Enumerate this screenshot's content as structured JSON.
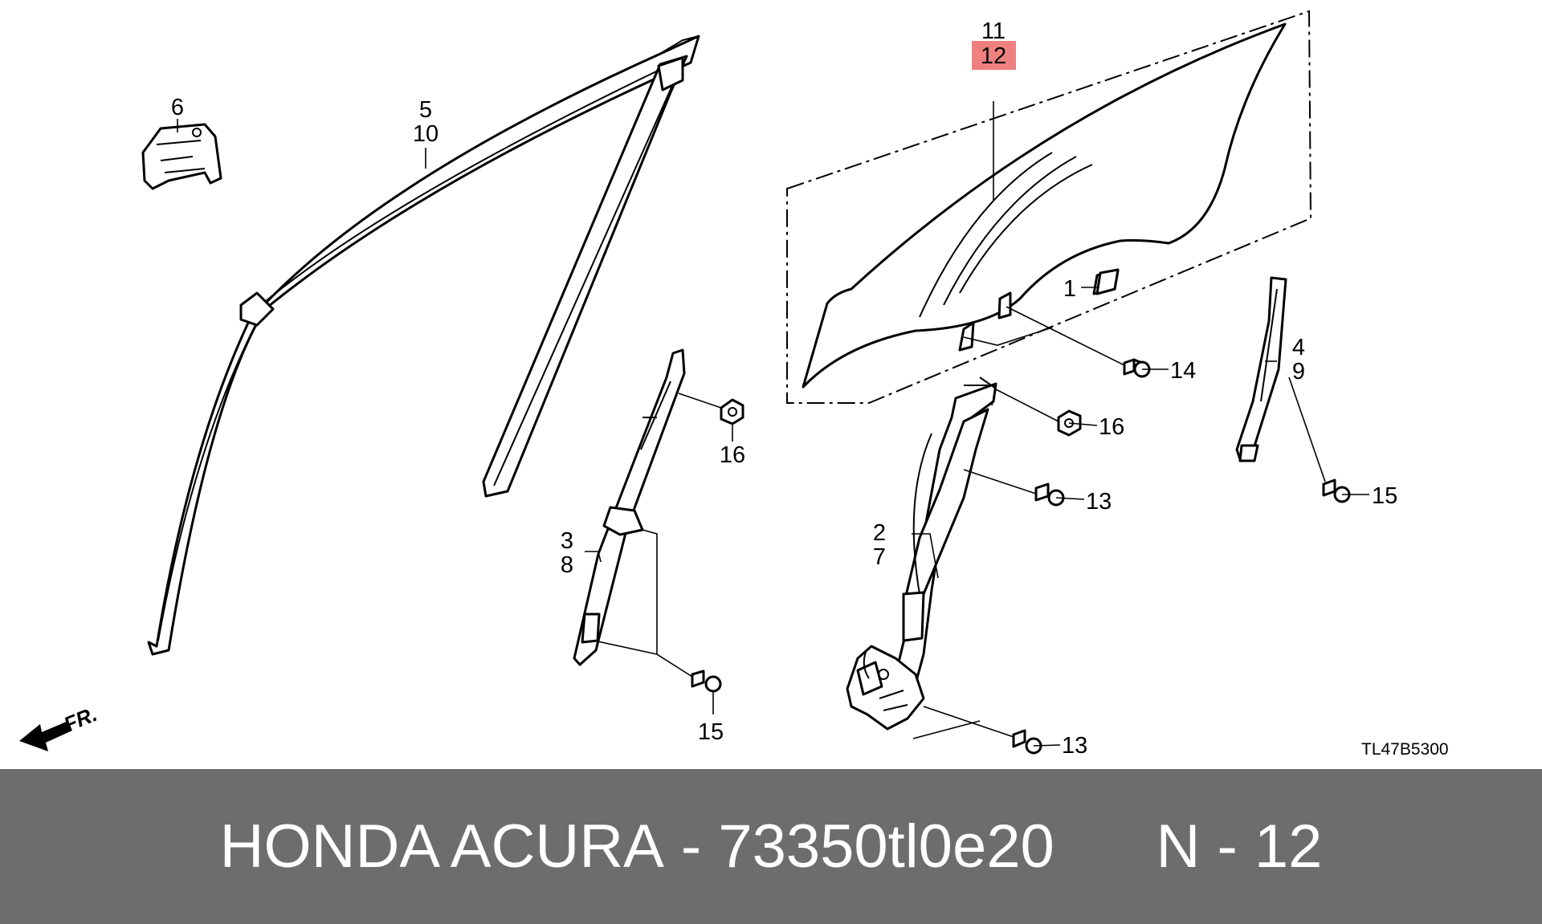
{
  "callouts": {
    "c1": "1",
    "c2": "2",
    "c3": "3",
    "c4": "4",
    "c5": "5",
    "c6": "6",
    "c7": "7",
    "c8": "8",
    "c9": "9",
    "c10": "10",
    "c11": "11",
    "c12": "12",
    "c13a": "13",
    "c13b": "13",
    "c14": "14",
    "c15a": "15",
    "c15b": "15",
    "c16a": "16",
    "c16b": "16"
  },
  "highlight_color": "#f08080",
  "diagram_code": "TL47B5300",
  "direction_label": "FR.",
  "footer": {
    "brand": "HONDA ACURA",
    "separator": " - ",
    "part_number": "73350tl0e20",
    "position_label": "N - 12"
  }
}
